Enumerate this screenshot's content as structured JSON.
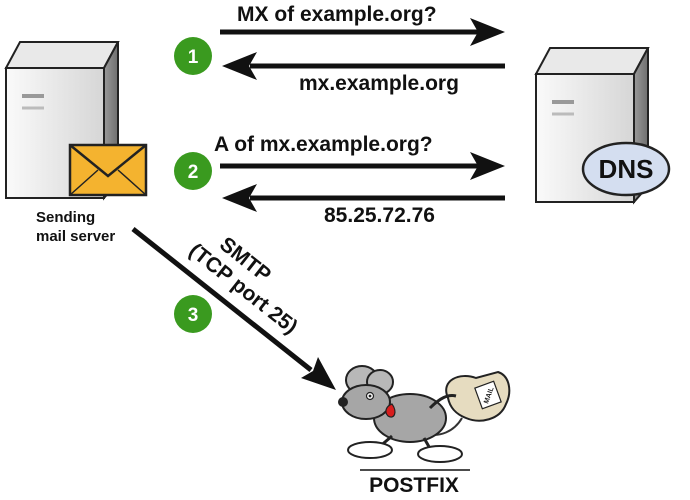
{
  "messages": {
    "mx_query": "MX of example.org?",
    "mx_answer": "mx.example.org",
    "a_query": "A of mx.example.org?",
    "a_answer": "85.25.72.76",
    "smtp_line1": "SMTP",
    "smtp_line2": "(TCP port 25)"
  },
  "steps": [
    "1",
    "2",
    "3"
  ],
  "nodes": {
    "sender_line1": "Sending",
    "sender_line2": "mail server",
    "dns_label": "DNS",
    "postfix_label": "POSTFIX",
    "mail_sack_label": "MAIL"
  },
  "colors": {
    "step_badge": "#3a9a1f",
    "envelope": "#f4b32f",
    "dns_badge": "#d4def0",
    "arrow": "#111111"
  }
}
